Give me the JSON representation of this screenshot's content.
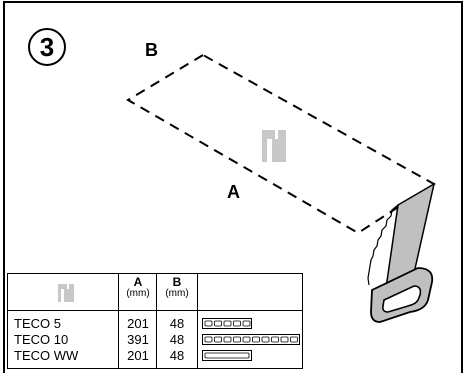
{
  "step_number": "3",
  "labels": {
    "b": "B",
    "a": "A"
  },
  "table": {
    "col_a": "A",
    "col_a_unit": "(mm)",
    "col_b": "B",
    "col_b_unit": "(mm)",
    "rows": [
      {
        "name": "TECO 5",
        "a": "201",
        "b": "48",
        "blocks": 5
      },
      {
        "name": "TECO 10",
        "a": "391",
        "b": "48",
        "blocks": 10
      },
      {
        "name": "TECO WW",
        "a": "201",
        "b": "48",
        "blocks": 1
      }
    ]
  },
  "colors": {
    "line": "#000000",
    "icon_gray": "#c8c8c8",
    "saw_blade": "#c0c0c0",
    "handle": "#bfbfbf"
  }
}
